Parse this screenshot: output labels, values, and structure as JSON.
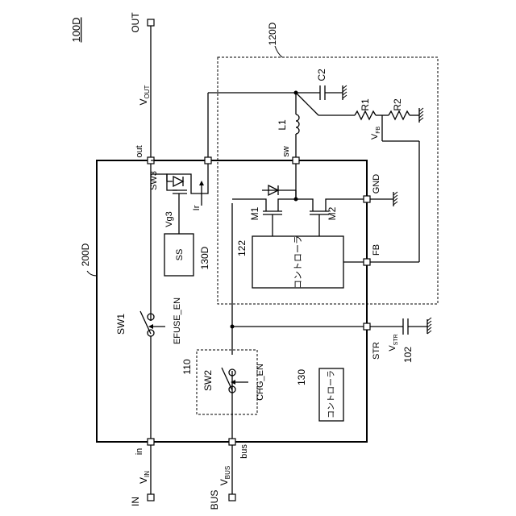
{
  "figure_label": "100D",
  "terminals": {
    "out": "OUT",
    "vout": "V",
    "vout_sub": "OUT",
    "in": "IN",
    "vin": "V",
    "vin_sub": "IN",
    "bus": "BUS",
    "vbus": "V",
    "vbus_sub": "BUS",
    "vstr": "V",
    "vstr_sub": "STR"
  },
  "blocks": {
    "main": "200D",
    "converter": "120D",
    "switch_box": "110",
    "ss": "SS",
    "ss_ref": "130D",
    "controller122_ref": "122",
    "controller122_text": "コントローラ",
    "controller130_ref": "130",
    "controller130_text": "コントローラ"
  },
  "pins": {
    "out": "out",
    "sw": "sw",
    "gnd": "GND",
    "fb": "FB",
    "str": "STR",
    "in": "in",
    "bus": "bus"
  },
  "components": {
    "c2": "C2",
    "r1": "R1",
    "r2": "R2",
    "l1": "L1",
    "vfb": "V",
    "vfb_sub": "FB",
    "sw3": "SW3",
    "ir": "Ir",
    "vg3": "Vg3",
    "m1": "M1",
    "m2": "M2",
    "sw1": "SW1",
    "efuse_en": "EFUSE_EN",
    "sw2": "SW2",
    "chg_en": "CHG_EN",
    "cap102": "102"
  }
}
